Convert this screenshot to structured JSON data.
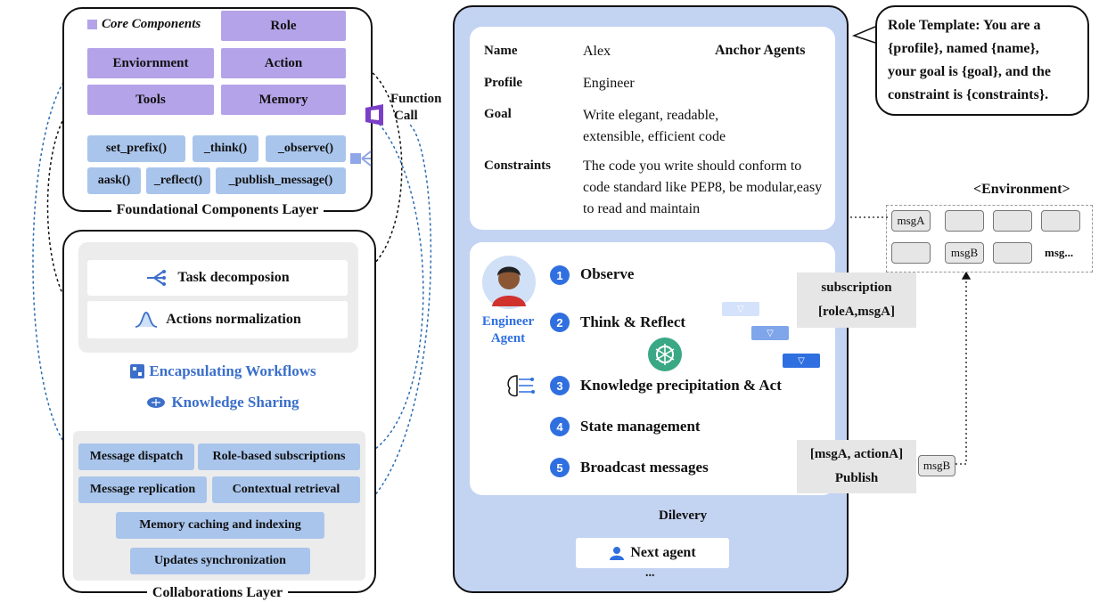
{
  "foundational": {
    "title": "Foundational Components Layer",
    "legend_label": "Core Components",
    "components": [
      "Role",
      "Enviornment",
      "Action",
      "Tools",
      "Memory"
    ],
    "function_call_label": [
      "Function",
      "Call"
    ],
    "methods": [
      "set_prefix()",
      "_think()",
      "_observe()",
      "aask()",
      "_reflect()",
      "_publish_message()"
    ]
  },
  "collaboration": {
    "title": "Collaborations Layer",
    "workflow_items": [
      "Task decomposion",
      "Actions normalization"
    ],
    "encapsulating_label": "Encapsulating Workflows",
    "knowledge_label": "Knowledge Sharing",
    "sharing_items": [
      "Message dispatch",
      "Role-based subscriptions",
      "Message replication",
      "Contextual retrieval",
      "Memory caching and indexing",
      "Updates synchronization"
    ]
  },
  "agent": {
    "anchor_label": "Anchor Agents",
    "fields": [
      {
        "key": "Name",
        "value": "Alex"
      },
      {
        "key": "Profile",
        "value": "Engineer"
      },
      {
        "key": "Goal",
        "value": "Write elegant, readable, extensible, efficient code"
      },
      {
        "key": "Constraints",
        "value": "The code you write should conform to code standard like PEP8, be modular,easy to read and maintain"
      }
    ],
    "agent_name": [
      "Engineer",
      "Agent"
    ],
    "steps": [
      {
        "num": "1",
        "label": "Observe"
      },
      {
        "num": "2",
        "label": "Think & Reflect"
      },
      {
        "num": "3",
        "label": "Knowledge precipitation & Act"
      },
      {
        "num": "4",
        "label": "State management"
      },
      {
        "num": "5",
        "label": "Broadcast messages"
      }
    ],
    "delivery_label": "Dilevery",
    "next_agent_label": "Next agent",
    "ellipsis": "..."
  },
  "role_template": {
    "lines": [
      "Role Template: You are a",
      "{profile}, named {name},",
      "your goal is {goal}, and the",
      "constraint is {constraints}."
    ]
  },
  "environment": {
    "title": "<Environment>",
    "messages": [
      "msgA",
      "msgB",
      "msg..."
    ],
    "subscription_label": "subscription",
    "subscription_value": "[roleA,msgA]",
    "publish_value": "[msgA, actionA]",
    "publish_label": "Publish",
    "outgoing_msg": "msgB"
  },
  "colors": {
    "purple": "#b4a3e8",
    "chip_blue": "#a9c5ec",
    "panel_blue": "#c3d3f2",
    "step_blue": "#2f6fe0",
    "accent_text": "#3b6fc9"
  }
}
